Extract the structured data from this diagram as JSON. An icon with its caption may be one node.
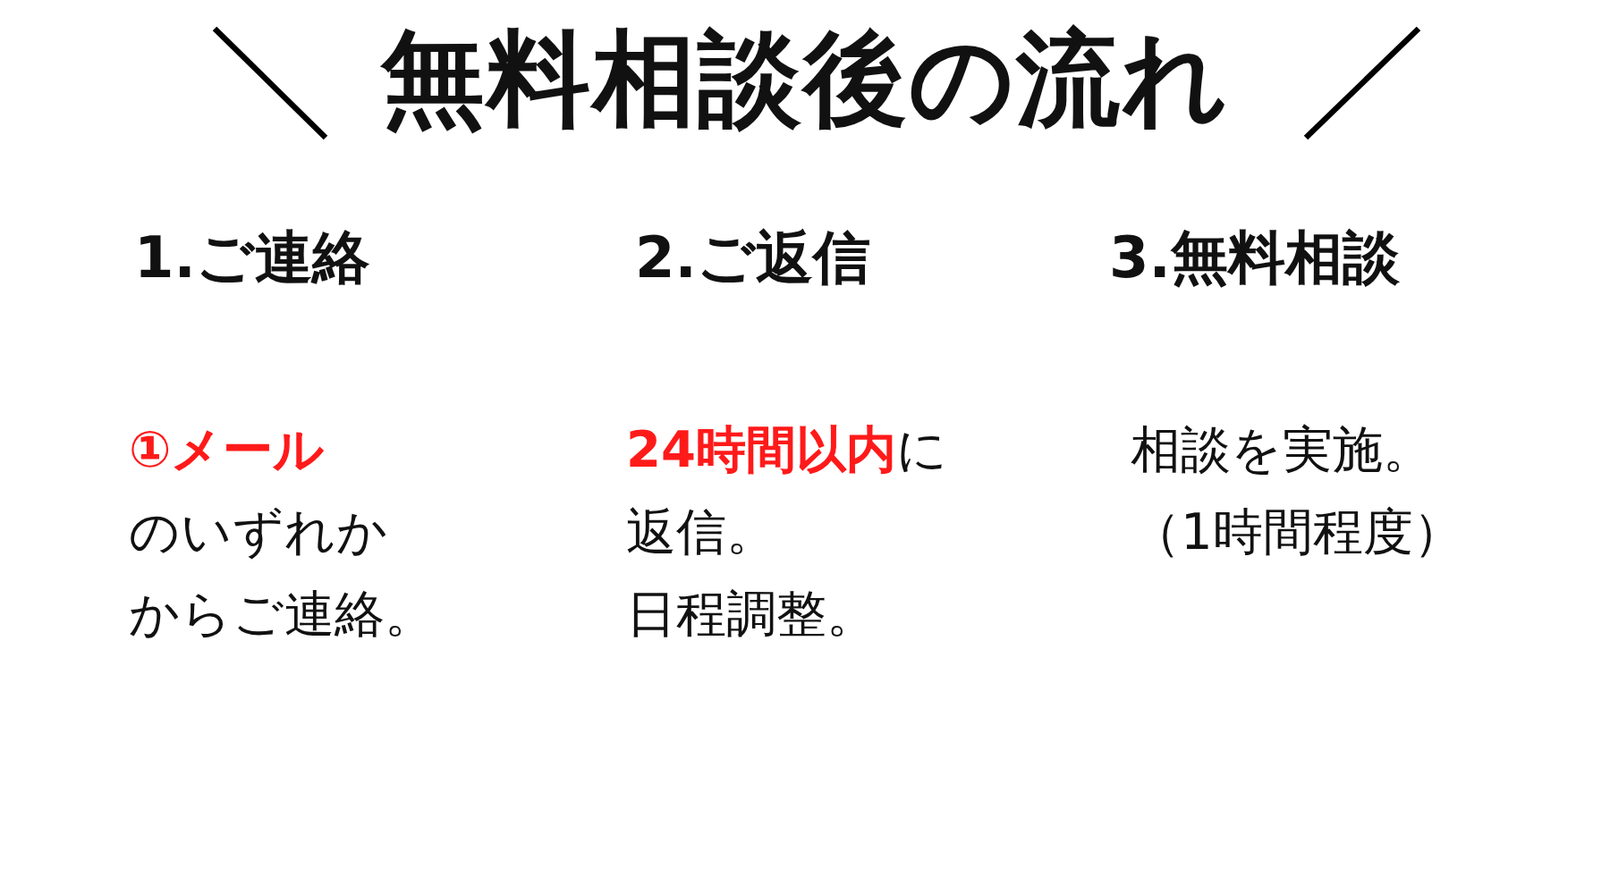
{
  "diagram": {
    "title": "無料相談後の流れ",
    "labels": [
      "1.ご連絡",
      "2.ご返信",
      "3.無料相談",
      "①メール",
      "のいずれかからご連絡。",
      "**24時間以内**に返信。",
      "日程調整。",
      "相談を実施。",
      "（1時間程度）"
    ]
  }
}
